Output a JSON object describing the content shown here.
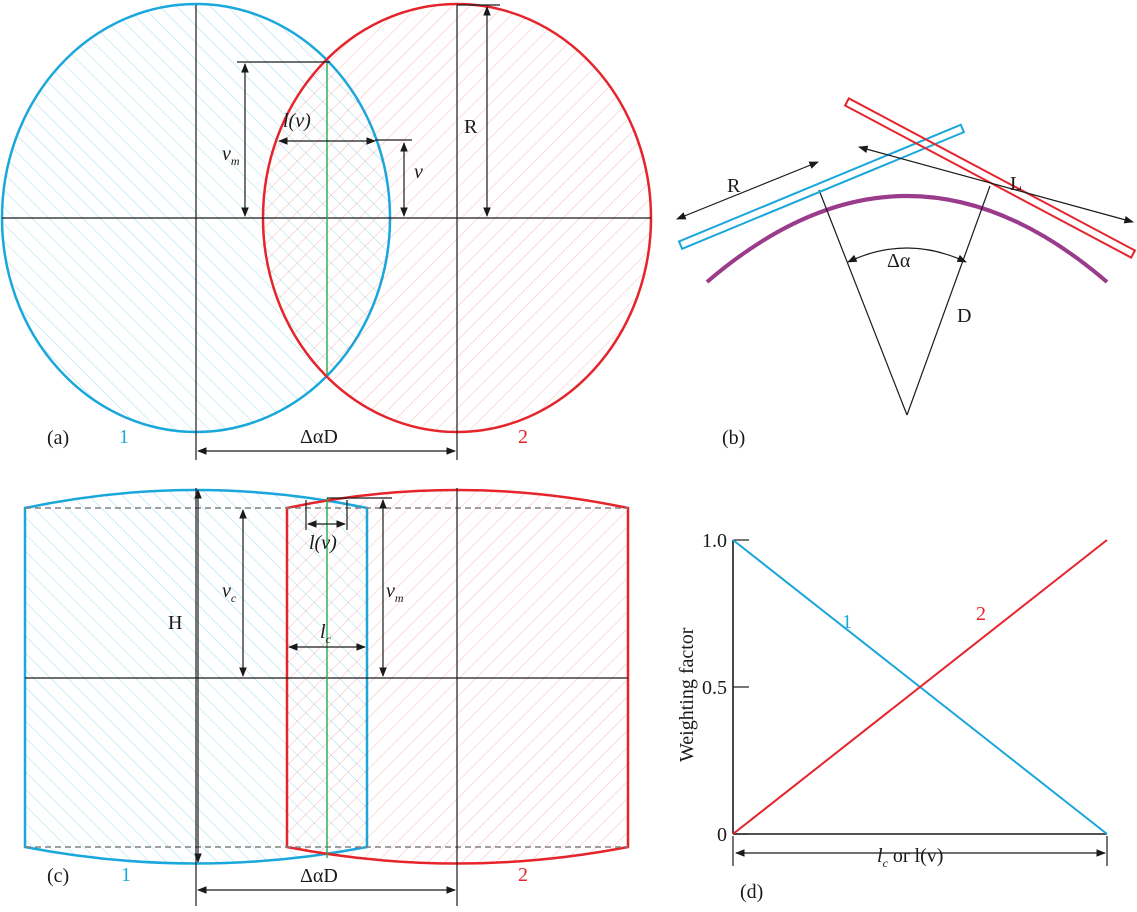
{
  "colors": {
    "blue": "#1aa7dc",
    "red": "#e5242c",
    "purple": "#9b3b8c",
    "green": "#2aa84a",
    "black": "#1a1a1a",
    "dash": "#808080"
  },
  "panel_a": {
    "caption": "(a)",
    "circle1_label": "1",
    "circle2_label": "2",
    "vm": "v",
    "vm_sub": "m",
    "lv": "l(v)",
    "v": "v",
    "R": "R",
    "spacing": "ΔαD"
  },
  "panel_b": {
    "caption": "(b)",
    "R": "R",
    "L": "L",
    "delta_alpha": "Δα",
    "D": "D"
  },
  "panel_c": {
    "caption": "(c)",
    "label1": "1",
    "label2": "2",
    "H": "H",
    "vc": "v",
    "vc_sub": "c",
    "vm": "v",
    "vm_sub": "m",
    "lv": "l(v)",
    "lc": "l",
    "lc_sub": "c",
    "spacing": "ΔαD"
  },
  "panel_d": {
    "caption": "(d)",
    "chart_data": {
      "type": "line",
      "ylabel": "Weighting factor",
      "xlabel_main": "l",
      "xlabel_sub": "c",
      "xlabel_rest": " or l(v)",
      "yticks": [
        "0",
        "0.5",
        "1.0"
      ],
      "ylim": [
        0,
        1
      ],
      "series": [
        {
          "name": "1",
          "color": "#1aa7dc",
          "x": [
            0,
            1
          ],
          "y": [
            1,
            0
          ]
        },
        {
          "name": "2",
          "color": "#e5242c",
          "x": [
            0,
            1
          ],
          "y": [
            0,
            1
          ]
        }
      ]
    }
  }
}
